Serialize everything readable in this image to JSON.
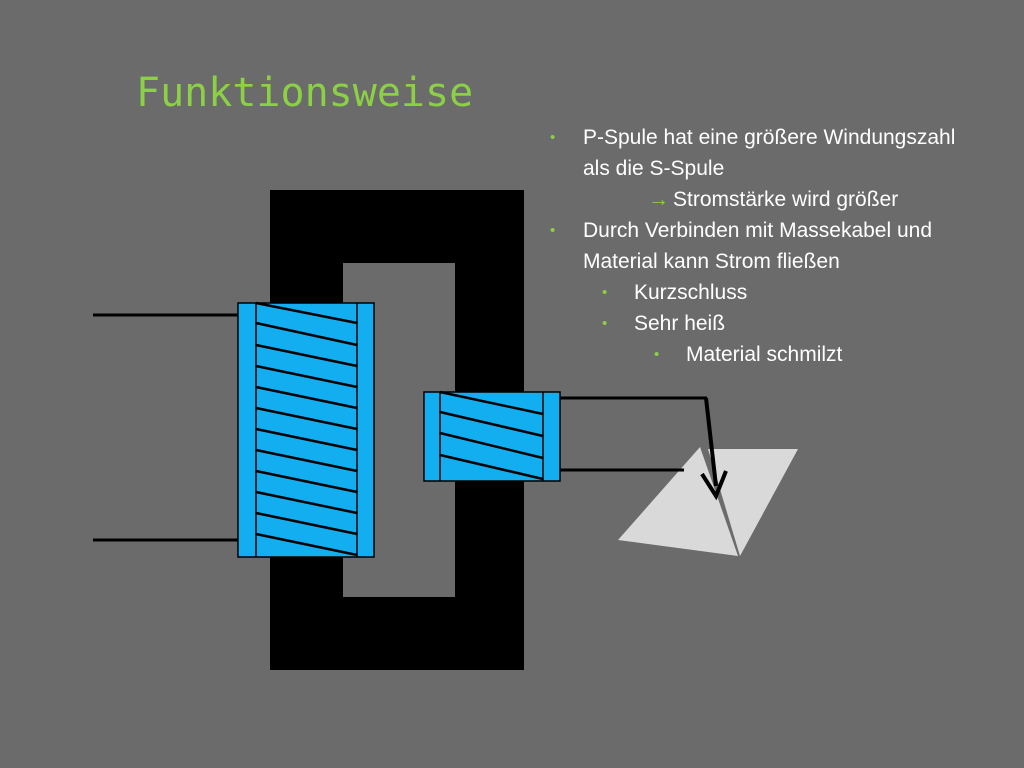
{
  "slide": {
    "title": "Funktionsweise",
    "bullets": [
      {
        "text": "P-Spule hat eine größere Windungszahl als die S-Spule",
        "line1": "P-Spule hat eine größere Windungszahl",
        "line2": "als die S-Spule"
      },
      {
        "text": "Stromstärke wird größer",
        "marker": "→"
      },
      {
        "line1": "Durch Verbinden mit Massekabel und",
        "line2": "Material kann Strom fließen"
      },
      {
        "text": "Kurzschluss"
      },
      {
        "text": "Sehr heiß"
      },
      {
        "text": "Material schmilzt"
      }
    ],
    "bullet_glyph": "•"
  },
  "colors": {
    "background": "#6b6b6b",
    "title": "#8bd045",
    "bullet": "#8bd045",
    "text": "#ffffff",
    "core": "#000000",
    "coil": "#12aeef",
    "material": "#d9d9d9"
  },
  "icons": [
    "right-arrow-icon"
  ]
}
